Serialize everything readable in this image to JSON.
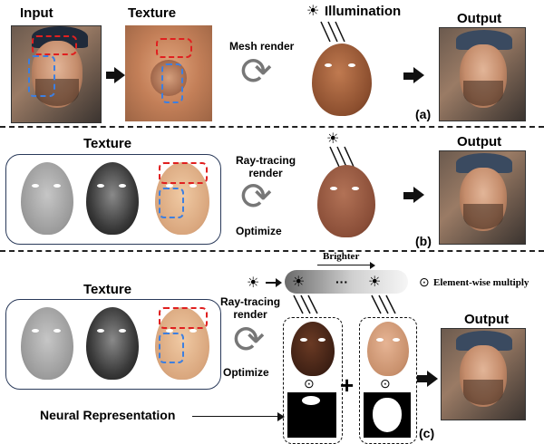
{
  "row_a": {
    "input_label": "Input",
    "texture_label": "Texture",
    "mesh_render_label": "Mesh render",
    "illumination_label": "Illumination",
    "output_label": "Output",
    "panel_tag": "(a)"
  },
  "row_b": {
    "texture_label": "Texture",
    "render_label_line1": "Ray-tracing",
    "render_label_line2": "render",
    "optimize_label": "Optimize",
    "output_label": "Output",
    "panel_tag": "(b)"
  },
  "row_c": {
    "texture_label": "Texture",
    "render_label_line1": "Ray-tracing",
    "render_label_line2": "render",
    "optimize_label": "Optimize",
    "brighter_label": "Brighter",
    "ellipsis_label": "···",
    "element_wise_label": "Element-wise multiply",
    "multiply_symbol": "⊙",
    "plus_symbol": "+",
    "neural_label": "Neural Representation",
    "output_label": "Output",
    "panel_tag": "(c)"
  },
  "icons": {
    "sun": "☀",
    "cycle": "⟳"
  },
  "colors": {
    "red_dash": "#e02020",
    "blue_dash": "#3d7fe0",
    "frame": "#2a3a5a"
  }
}
